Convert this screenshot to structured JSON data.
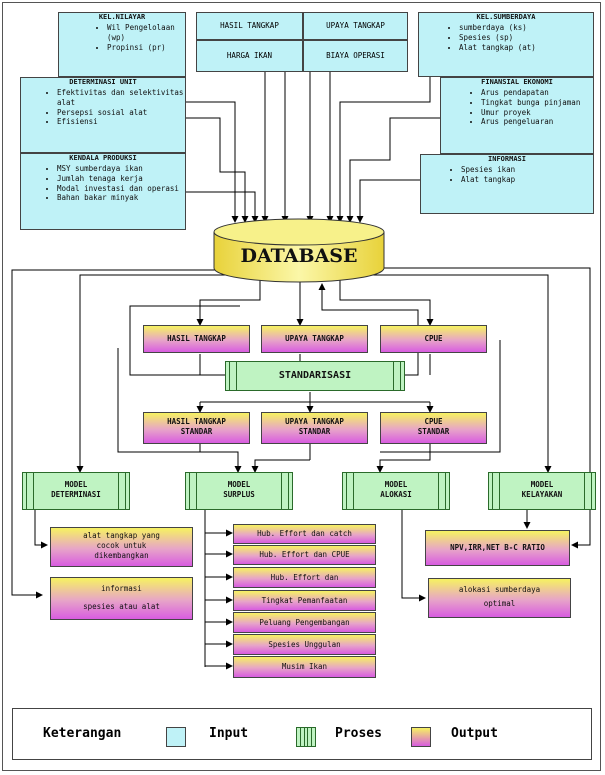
{
  "inputs": {
    "kel_nilayar": {
      "title": "KEL.NILAYAR",
      "items": [
        "Wil Pengelolaan (wp)",
        "Propinsi (pr)"
      ]
    },
    "top_table": {
      "r1c1": "HASIL TANGKAP",
      "r1c2": "UPAYA TANGKAP",
      "r2c1": "HARGA IKAN",
      "r2c2": "BIAYA OPERASI"
    },
    "kel_sumberdaya": {
      "title": "KEL.SUMBERDAYA",
      "items": [
        "sumberdaya (ks)",
        "Spesies (sp)",
        "Alat tangkap (at)"
      ]
    },
    "determinasi_unit": {
      "title": "DETERMINASI UNIT",
      "items": [
        "Efektivitas dan selektivitas alat",
        "Persepsi sosial alat",
        "Efisiensi"
      ]
    },
    "finansial": {
      "title": "FINANSIAL EKONOMI",
      "items": [
        "Arus pendapatan",
        "Tingkat bunga pinjaman",
        "Umur proyek",
        "Arus pengeluaran"
      ]
    },
    "kendala": {
      "title": "KENDALA PRODUKSI",
      "items": [
        "MSY sumberdaya ikan",
        "Jumlah tenaga kerja",
        "Modal investasi dan operasi",
        "Bahan bakar minyak"
      ]
    },
    "informasi": {
      "title": "INFORMASI",
      "items": [
        "Spesies ikan",
        "Alat tangkap"
      ]
    }
  },
  "database": "DATABASE",
  "outputs_row1": [
    "HASIL TANGKAP",
    "UPAYA TANGKAP",
    "CPUE"
  ],
  "standarisasi": "STANDARISASI",
  "outputs_row2": [
    {
      "l1": "HASIL TANGKAP",
      "l2": "STANDAR"
    },
    {
      "l1": "UPAYA TANGKAP",
      "l2": "STANDAR"
    },
    {
      "l1": "CPUE",
      "l2": "STANDAR"
    }
  ],
  "models": {
    "determinasi": {
      "l1": "MODEL",
      "l2": "DETERMINASI"
    },
    "surplus": {
      "l1": "MODEL",
      "l2": "SURPLUS"
    },
    "alokasi": {
      "l1": "MODEL",
      "l2": "ALOKASI"
    },
    "kelayakan": {
      "l1": "MODEL",
      "l2": "KELAYAKAN"
    }
  },
  "det_out1": {
    "l1": "alat tangkap yang",
    "l2": "cocok untuk",
    "l3": "dikembangkan"
  },
  "det_out2": {
    "l1": "informasi",
    "l2": "spesies atau alat"
  },
  "surplus_outputs": [
    "Hub. Effort dan catch",
    "Hub. Effort dan CPUE",
    "Hub. Effort dan",
    "Tingkat Pemanfaatan",
    "Peluang Pengembangan",
    "Spesies Unggulan",
    "Musim Ikan"
  ],
  "kelayakan_out": "NPV,IRR,NET B-C RATIO",
  "alokasi_out": {
    "l1": "alokasi sumberdaya",
    "l2": "optimal"
  },
  "legend": {
    "title": "Keterangan",
    "input": "Input",
    "proses": "Proses",
    "output": "Output"
  }
}
